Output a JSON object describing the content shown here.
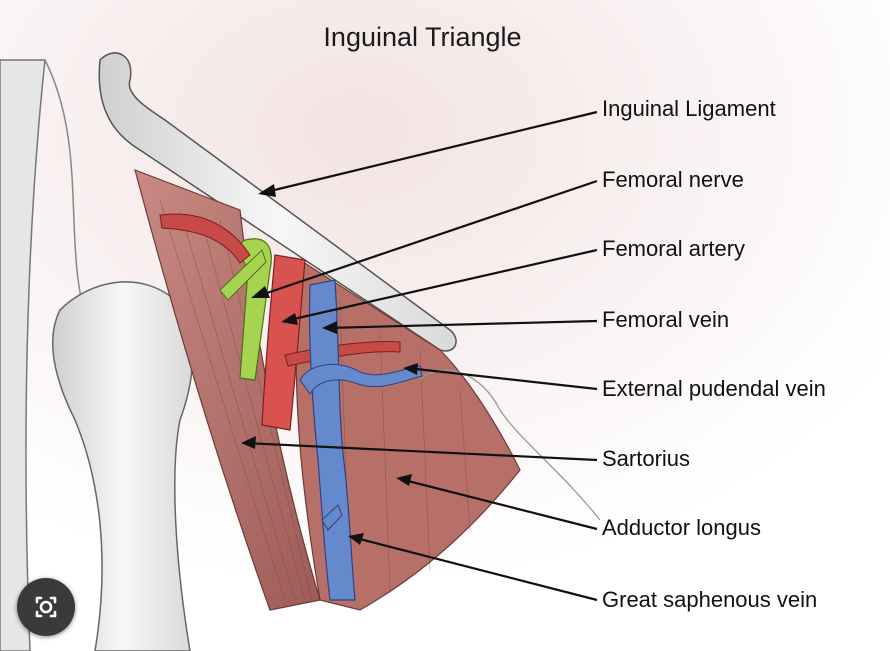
{
  "title": "Inguinal Triangle",
  "labels": [
    {
      "id": "inguinal-ligament",
      "text": "Inguinal Ligament"
    },
    {
      "id": "femoral-nerve",
      "text": "Femoral nerve"
    },
    {
      "id": "femoral-artery",
      "text": "Femoral artery"
    },
    {
      "id": "femoral-vein",
      "text": "Femoral vein"
    },
    {
      "id": "external-pudendal-vein",
      "text": "External pudendal vein"
    },
    {
      "id": "sartorius",
      "text": "Sartorius"
    },
    {
      "id": "adductor-longus",
      "text": "Adductor longus"
    },
    {
      "id": "great-saphenous-vein",
      "text": "Great saphenous vein"
    }
  ],
  "colors": {
    "muscle": "#b8716a",
    "artery": "#d24a4a",
    "vein": "#5b7fc6",
    "nerve": "#9ccc4a",
    "bone": "#f2f2f2"
  },
  "overlay_button": {
    "icon": "google-lens-icon"
  }
}
